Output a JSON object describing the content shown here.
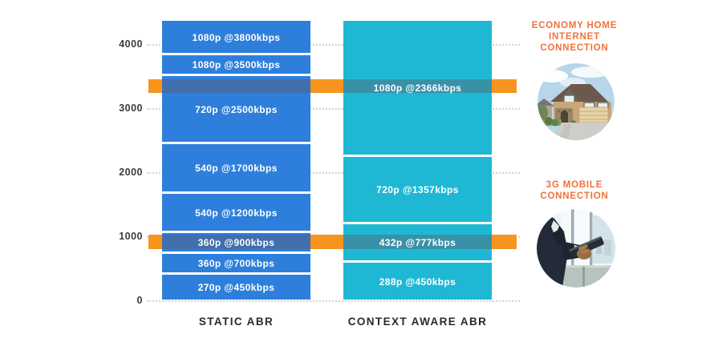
{
  "chart_data": {
    "type": "bar",
    "variant": "stacked-bitrate-ladder-comparison",
    "unit": "kbps",
    "ylim": [
      0,
      4400
    ],
    "yticks": [
      0,
      1000,
      2000,
      3000,
      4000
    ],
    "grid": "dotted-horizontal",
    "legend_position": "none",
    "columns": [
      {
        "name": "STATIC ABR",
        "color_key": "static_bar",
        "segments": [
          {
            "label": "270p @450kbps",
            "from": 0,
            "to": 430
          },
          {
            "label": "360p @700kbps",
            "from": 430,
            "to": 755
          },
          {
            "label": "360p @900kbps",
            "from": 755,
            "to": 1080
          },
          {
            "label": "540p @1200kbps",
            "from": 1080,
            "to": 1690
          },
          {
            "label": "540p @1700kbps",
            "from": 1690,
            "to": 2465
          },
          {
            "label": "720p @2500kbps",
            "from": 2465,
            "to": 3525
          },
          {
            "label": "1080p @3500kbps",
            "from": 3525,
            "to": 3845
          },
          {
            "label": "1080p @3800kbps",
            "from": 3845,
            "to": 4390
          }
        ]
      },
      {
        "name": "CONTEXT AWARE ABR",
        "color_key": "context_bar",
        "segments": [
          {
            "label": "288p @450kbps",
            "from": 0,
            "to": 610
          },
          {
            "label": "432p @777kbps",
            "from": 610,
            "to": 1215
          },
          {
            "label": "720p @1357kbps",
            "from": 1215,
            "to": 2265
          },
          {
            "label": "1080p @2366kbps",
            "from": 2265,
            "to": 4390
          }
        ]
      }
    ],
    "bands": [
      {
        "label": "ECONOMY HOME INTERNET CONNECTION",
        "from": 3250,
        "to": 3460
      },
      {
        "label": "3G MOBILE CONNECTION",
        "from": 815,
        "to": 1040
      }
    ]
  },
  "annotations": {
    "economy": {
      "title": "ECONOMY HOME\nINTERNET\nCONNECTION",
      "image": "house-photo"
    },
    "mobile": {
      "title": "3G MOBILE\nCONNECTION",
      "image": "phone-photo"
    }
  },
  "colors": {
    "static_bar": "#2E7FDB",
    "context_bar": "#1FB8D4",
    "band": "#F7941E",
    "band_overlay": "rgba(92,90,108,0.42)",
    "heading_text": "#F2713A",
    "axis_text": "#3D3D3D",
    "grid_line": "#D2D2D2",
    "segment_text": "#FFFFFF"
  }
}
